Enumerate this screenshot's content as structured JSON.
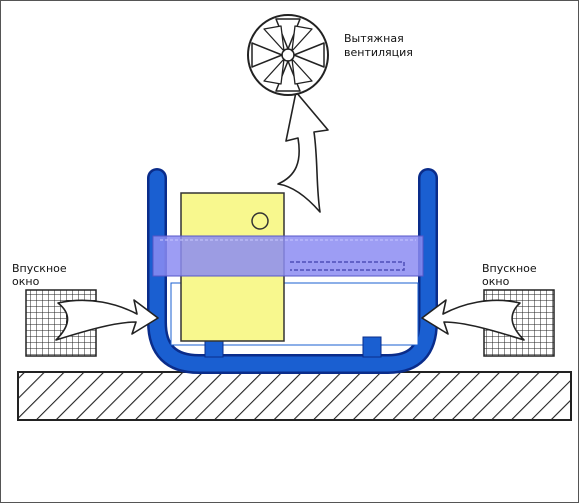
{
  "labels": {
    "exhaust_line1": "Вытяжная",
    "exhaust_line2": "вентиляция",
    "intake_left_line1": "Впускное",
    "intake_left_line2": "окно",
    "intake_right_line1": "Впускное",
    "intake_right_line2": "окно"
  },
  "colors": {
    "frame": "#1a5fd1",
    "frame_outline": "#0a2c8a",
    "band": "#8c8cf2",
    "generator_body": "#f8f88e",
    "ground_hatch": "#222222"
  },
  "icons": {
    "fan": "fan-icon",
    "grille": "grille-icon",
    "airflow": "airflow-arrow-icon"
  }
}
